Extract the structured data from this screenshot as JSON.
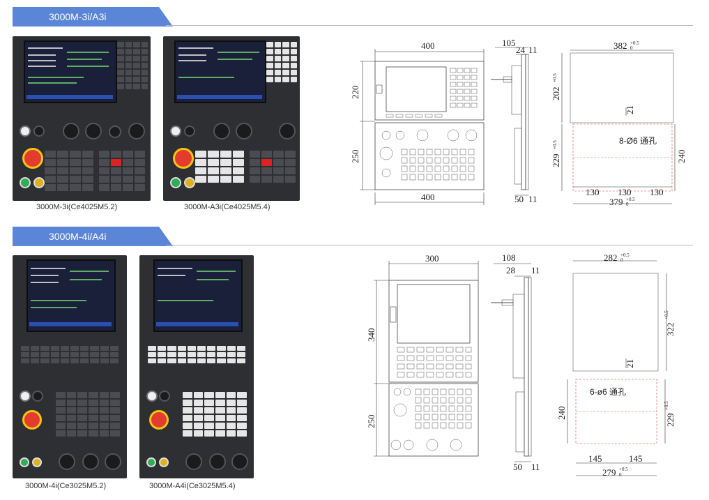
{
  "section1": {
    "title": "3000M-3i/A3i",
    "captions": [
      "3000M-3i(Ce4025M5.2)",
      "3000M-A3i(Ce4025M5.4)"
    ],
    "dims": {
      "front_width_top": "400",
      "front_width_bottom": "400",
      "side_depth": "105",
      "side_a": "24",
      "side_b": "11",
      "height_upper": "220",
      "height_lower": "250",
      "side_bottom_a": "50",
      "side_bottom_b": "11",
      "cut_width_top": "382",
      "cut_width_top_tol": "+0.5",
      "cut_h1": "202",
      "cut_h1_tol": "+0.5",
      "ramp": "21",
      "holes": "8-Ø6 通孔",
      "cut_h2": "229",
      "cut_h2_tol": "+0.5",
      "cut_right": "240",
      "spacing": [
        "130",
        "130",
        "130"
      ],
      "cut_width_bottom": "379",
      "cut_width_bottom_tol": "+0.5",
      "tol_zero": "0"
    }
  },
  "section2": {
    "title": "3000M-4i/A4i",
    "captions": [
      "3000M-4i(Ce3025M5.2)",
      "3000M-A4i(Ce3025M5.4)"
    ],
    "dims": {
      "front_width": "300",
      "side_depth": "108",
      "side_a": "28",
      "side_b": "11",
      "height_upper": "340",
      "height_lower": "250",
      "side_bottom_a": "50",
      "side_bottom_b": "11",
      "cut_width_top": "282",
      "cut_width_top_tol": "+0.5",
      "cut_h1": "322",
      "cut_h1_tol": "+0.5",
      "ramp": "21",
      "holes": "6-ø6 通孔",
      "cut_left": "240",
      "cut_h2": "229",
      "cut_h2_tol": "+0.5",
      "spacing": [
        "145",
        "145"
      ],
      "cut_width_bottom": "279",
      "cut_width_bottom_tol": "+0.5",
      "tol_zero": "0"
    }
  }
}
